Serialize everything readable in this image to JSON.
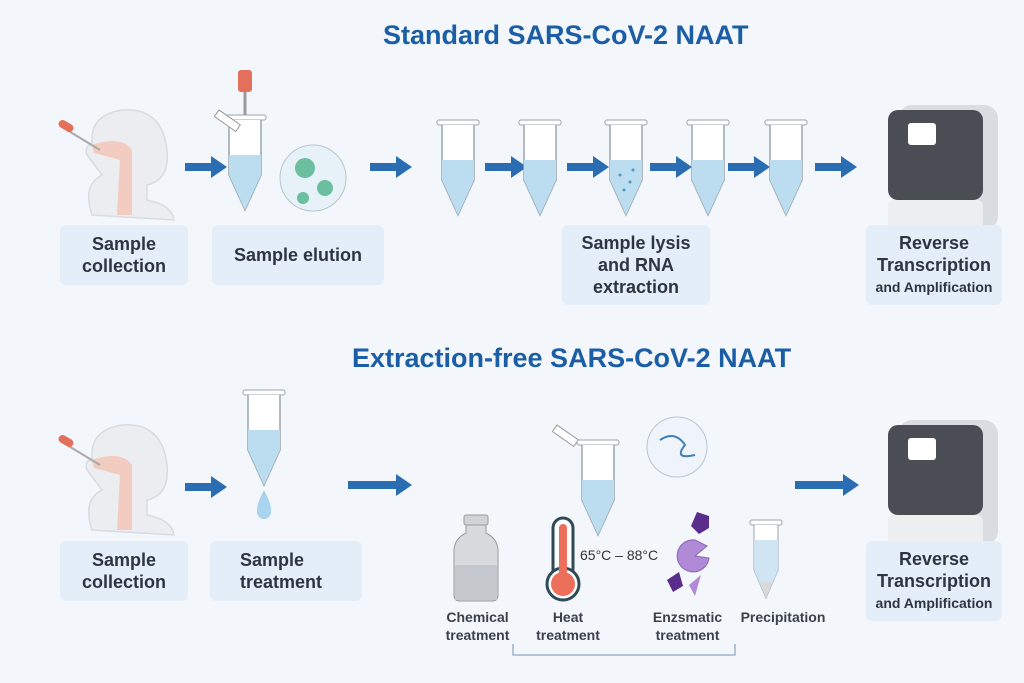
{
  "standard": {
    "title": "Standard SARS-CoV-2 NAAT",
    "steps": {
      "collection": [
        "Sample",
        "collection"
      ],
      "elution": "Sample elution",
      "lysis": [
        "Sample lysis",
        "and RNA",
        "extraction"
      ],
      "rt": [
        "Reverse",
        "Transcription",
        "and Amplification"
      ]
    }
  },
  "extraction_free": {
    "title": "Extraction-free  SARS-CoV-2 NAAT",
    "steps": {
      "collection": [
        "Sample",
        "collection"
      ],
      "treatment": [
        "Sample",
        "treatment"
      ],
      "rt": [
        "Reverse",
        "Transcription",
        "and Amplification"
      ]
    },
    "methods": {
      "chemical": [
        "Chemical",
        "treatment"
      ],
      "heat": [
        "Heat",
        "treatment"
      ],
      "temperature": "65°C – 88°C",
      "enzymatic": [
        "Enzsmatic",
        "treatment"
      ],
      "precipitation": "Precipitation"
    }
  },
  "colors": {
    "title": "#1b5ea6",
    "arrow": "#2a6db3",
    "box": "#e4eef8"
  }
}
